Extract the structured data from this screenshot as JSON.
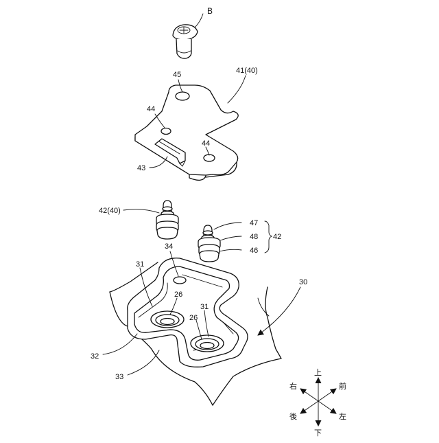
{
  "labels": {
    "screw_b": "B",
    "plate_41": "41(40)",
    "hole_45": "45",
    "hole_44_left": "44",
    "hole_44_right": "44",
    "tab_43": "43",
    "pin_42": "42(40)",
    "part_47": "47",
    "part_48": "48",
    "part_46": "46",
    "group_42": "42",
    "hole_34": "34",
    "wall_31_left": "31",
    "boss_26_left": "26",
    "wall_31_right": "31",
    "boss_26_right": "26",
    "panel_30": "30",
    "rib_32": "32",
    "base_33": "33"
  },
  "directions": {
    "up": "上",
    "down": "下",
    "front": "前",
    "right": "右",
    "rear": "後",
    "left": "左"
  }
}
